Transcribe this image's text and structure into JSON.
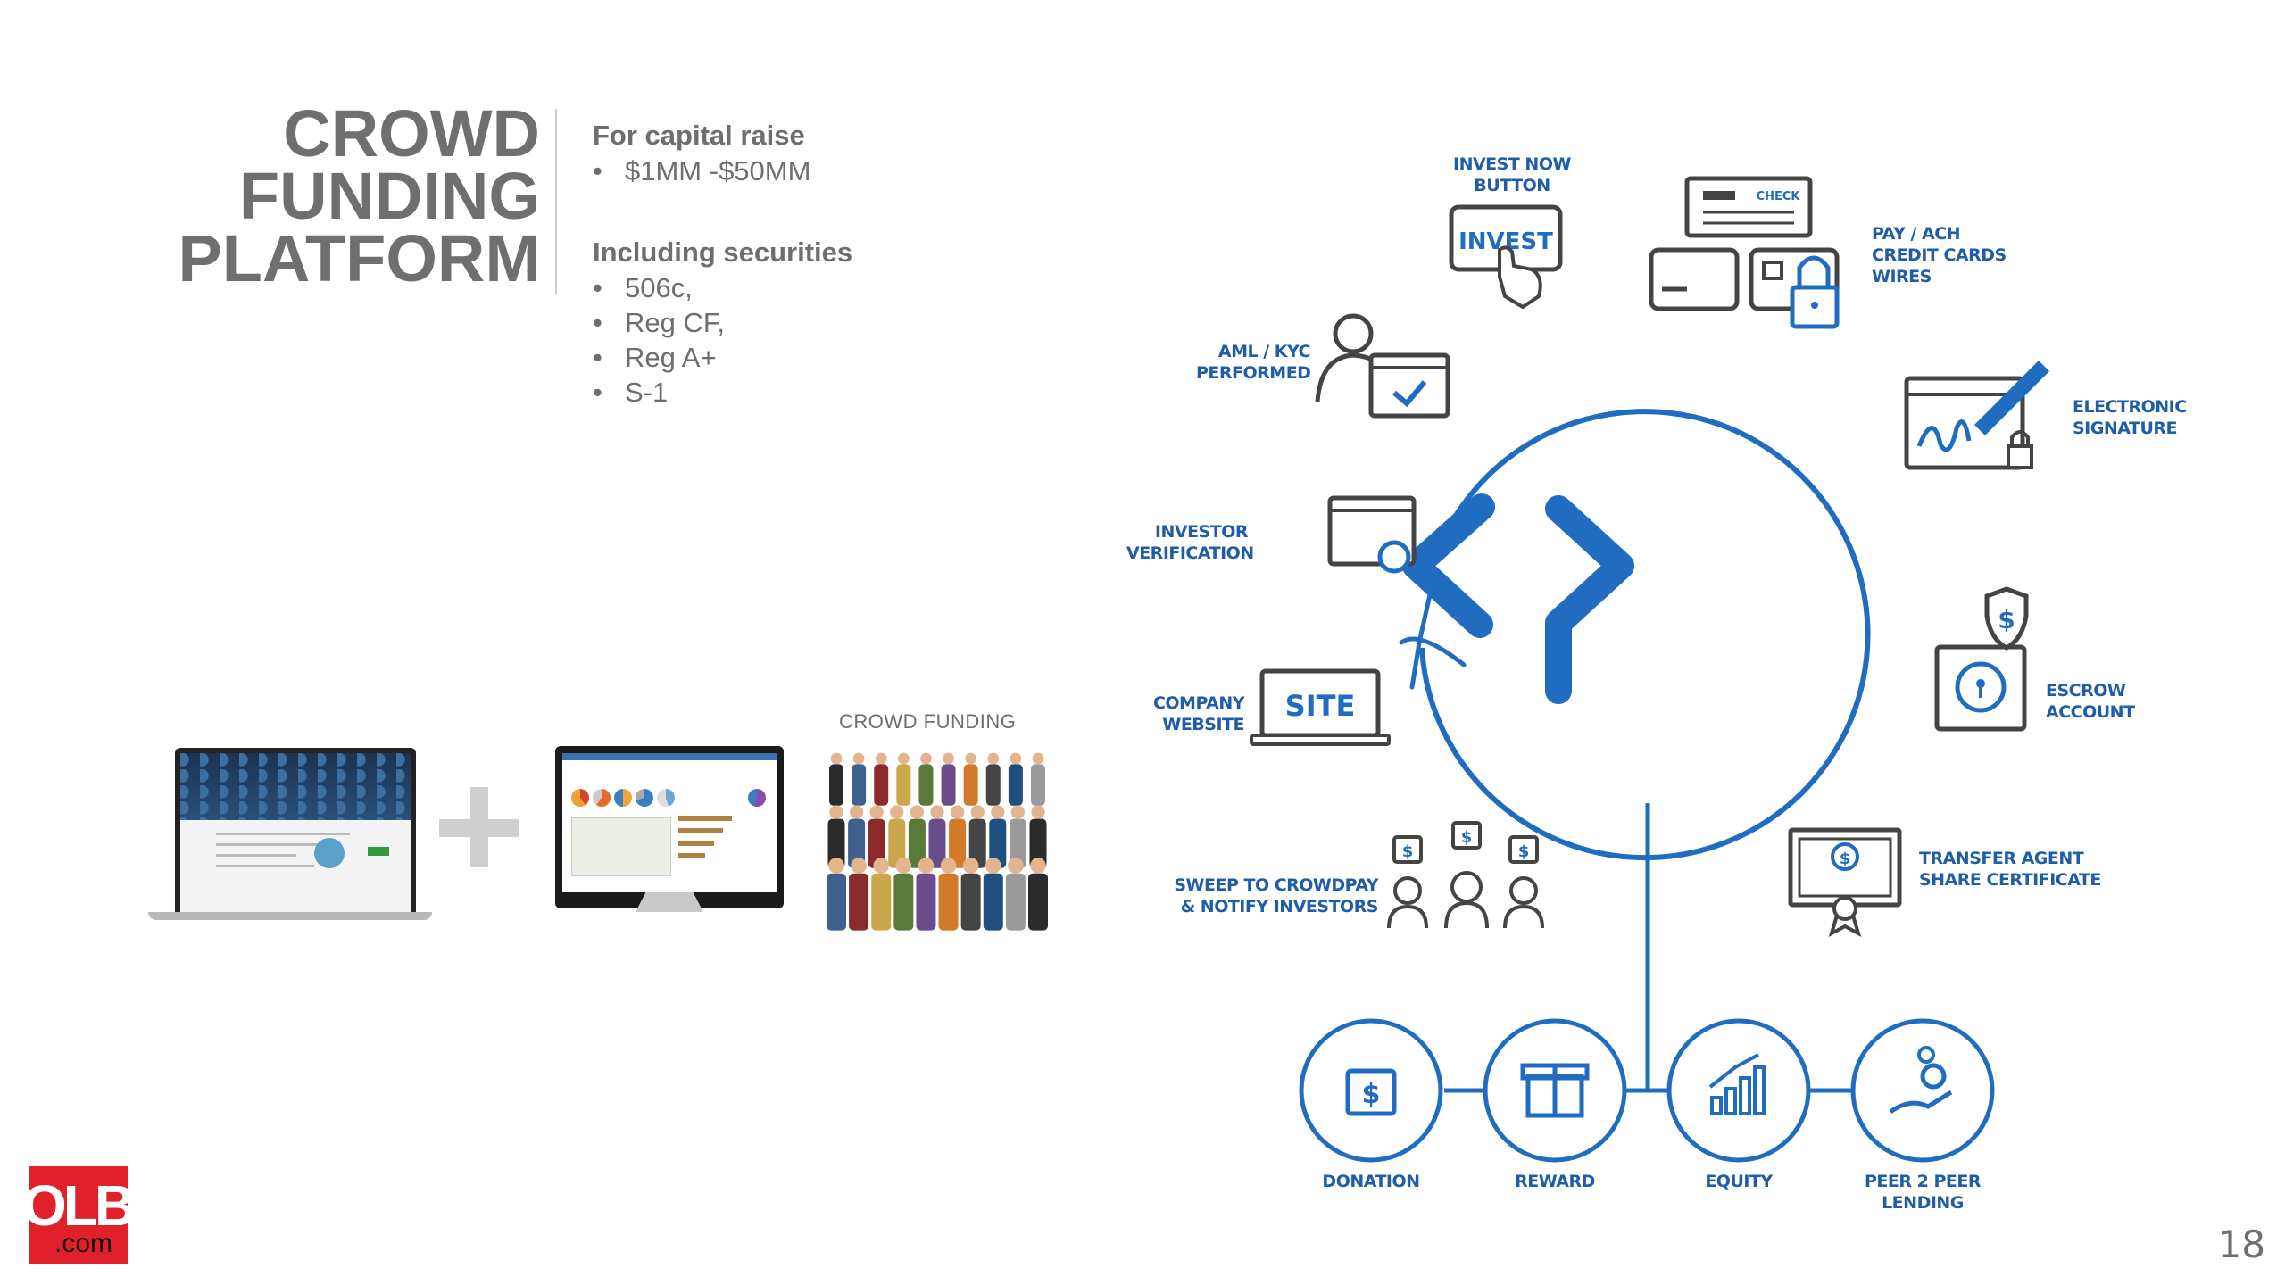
{
  "title": {
    "line1": "CROWD",
    "line2": "FUNDING",
    "line3": "PLATFORM"
  },
  "info": {
    "capital_heading": "For capital raise",
    "capital_items": [
      "$1MM -$50MM"
    ],
    "securities_heading": "Including securities",
    "securities_items": [
      "506c,",
      "Reg CF,",
      "Reg A+",
      "S-1"
    ],
    "bullet": "•"
  },
  "crowd_label": "CROWD FUNDING",
  "diagram": {
    "invest_now": [
      "INVEST NOW",
      "BUTTON"
    ],
    "invest_button": "INVEST",
    "check_label": "CHECK",
    "pay": [
      "PAY / ACH",
      "CREDIT CARDS",
      "WIRES"
    ],
    "aml": [
      "AML / KYC",
      "PERFORMED"
    ],
    "signature": [
      "ELECTRONIC",
      "SIGNATURE"
    ],
    "investor_verification": [
      "INVESTOR",
      "VERIFICATION"
    ],
    "escrow": [
      "ESCROW",
      "ACCOUNT"
    ],
    "company_website": [
      "COMPANY",
      "WEBSITE"
    ],
    "site_button": "SITE",
    "sweep": [
      "SWEEP TO CROWDPAY",
      "& NOTIFY INVESTORS"
    ],
    "transfer_agent": [
      "TRANSFER AGENT",
      "SHARE CERTIFICATE"
    ],
    "bottom": {
      "donation": "DONATION",
      "reward": "REWARD",
      "equity": "EQUITY",
      "peer": [
        "PEER 2 PEER",
        "LENDING"
      ]
    },
    "dollar": "$"
  },
  "logo": {
    "big": "OLB",
    "small": ".com"
  },
  "page_number": "18",
  "colors": {
    "brand_blue": "#1f6cc0",
    "text_gray": "#6e6e6e",
    "logo_red": "#e0202a",
    "icon_dark": "#444444"
  }
}
